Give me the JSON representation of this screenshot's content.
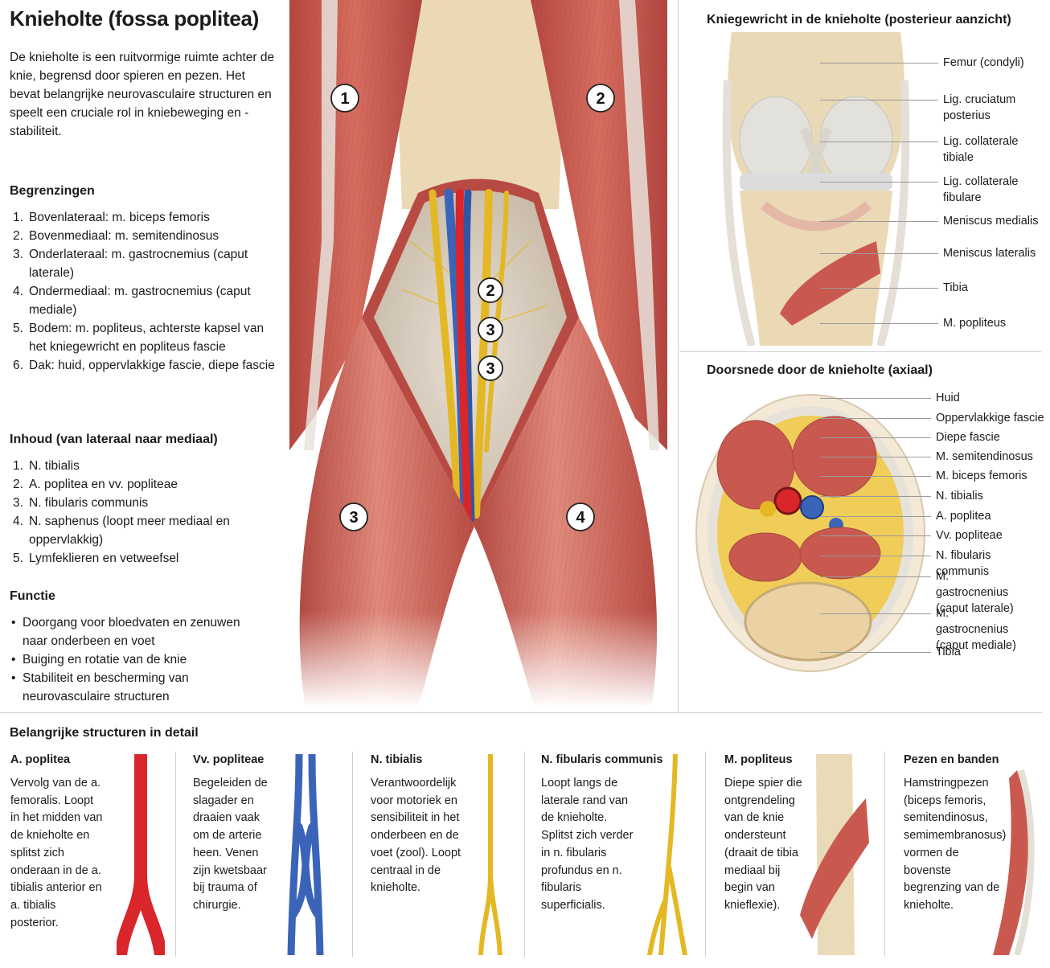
{
  "title": "Knieholte (fossa poplitea)",
  "intro": "De knieholte is een ruitvormige ruimte achter de knie, begrensd door spieren en pezen. Het bevat belangrijke neurovasculaire structuren en speelt een cruciale rol in kniebeweging en -stabiliteit.",
  "boundaries": {
    "title": "Begrenzingen",
    "items": [
      {
        "num": "1.",
        "text": "Bovenlateraal: m. biceps femoris"
      },
      {
        "num": "2.",
        "text": "Bovenmediaal: m. semitendinosus"
      },
      {
        "num": "3.",
        "text": "Onderlateraal: m. gastrocnemius (caput laterale)"
      },
      {
        "num": "4.",
        "text": "Ondermediaal: m. gastrocnemius (caput mediale)"
      },
      {
        "num": "5.",
        "text": "Bodem: m. popliteus, achterste kapsel van het kniegewricht en popliteus fascie"
      },
      {
        "num": "6.",
        "text": "Dak: huid, oppervlakkige fascie, diepe fascie"
      }
    ]
  },
  "contents": {
    "title": "Inhoud (van lateraal naar mediaal)",
    "items": [
      {
        "num": "1.",
        "text": "N. tibialis"
      },
      {
        "num": "2.",
        "text": "A. poplitea en vv. popliteae"
      },
      {
        "num": "3.",
        "text": "N. fibularis communis"
      },
      {
        "num": "4.",
        "text": "N. saphenus (loopt meer mediaal en oppervlakkig)"
      },
      {
        "num": "5.",
        "text": "Lymfeklieren en vetweefsel"
      }
    ]
  },
  "function": {
    "title": "Functie",
    "bullet": "•",
    "items": [
      "Doorgang voor bloedvaten en zenuwen naar onderbeen en voet",
      "Buiging en rotatie van de knie",
      "Stabiliteit en bescherming van neurovasculaire structuren"
    ]
  },
  "illustration": {
    "muscle_badges": [
      "1",
      "2",
      "3",
      "4"
    ],
    "structure_badges": [
      "2",
      "3",
      "3"
    ]
  },
  "joint_panel": {
    "title": "Kniegewricht in de knieholte (posterieur aanzicht)",
    "labels": [
      "Femur (condyli)",
      "Lig. cruciatum posterius",
      "Lig. collaterale tibiale",
      "Lig. collaterale fibulare",
      "Meniscus medialis",
      "Meniscus lateralis",
      "Tibia",
      "M. popliteus"
    ]
  },
  "section_panel": {
    "title": "Doorsnede door de knieholte (axiaal)",
    "labels": [
      "Huid",
      "Oppervlakkige fascie",
      "Diepe fascie",
      "M. semitendinosus",
      "M. biceps femoris",
      "N. tibialis",
      "A. poplitea",
      "Vv. popliteae",
      "N. fibularis communis",
      "M. gastrocnenius (caput laterale)",
      "M. gastrocnenius (caput mediale)",
      "Tibia"
    ]
  },
  "details": {
    "title": "Belangrijke structuren in detail",
    "items": [
      {
        "title": "A. poplitea",
        "text": "Vervolg van de a. femoralis. Loopt in het midden van de knieholte en splitst zich onderaan in de a. tibialis anterior en a. tibialis posterior."
      },
      {
        "title": "Vv. popliteae",
        "text": "Begeleiden de slagader en draaien vaak om de arterie heen. Venen zijn kwetsbaar bij trauma of chirurgie."
      },
      {
        "title": "N. tibialis",
        "text": "Verantwoordelijk voor motoriek en sensibiliteit in het onderbeen en de voet (zool). Loopt centraal in de knieholte."
      },
      {
        "title": "N. fibularis communis",
        "text": "Loopt langs de laterale rand van de knieholte. Splitst zich verder in n. fibularis profundus en n. fibularis superficialis."
      },
      {
        "title": "M. popliteus",
        "text": "Diepe spier die ontgrendeling van de knie ondersteunt (draait de tibia mediaal bij begin van knieflexie)."
      },
      {
        "title": "Pezen en banden",
        "text": "Hamstringpezen (biceps femoris, semitendinosus, semimembranosus) vormen de bovenste begrenzing van de knieholte."
      }
    ]
  },
  "colors": {
    "muscle": "#c9594f",
    "artery": "#d8262a",
    "vein": "#3a64b8",
    "nerve": "#e3b824",
    "bone": "#eadbb8",
    "fat": "#f0cd58"
  }
}
